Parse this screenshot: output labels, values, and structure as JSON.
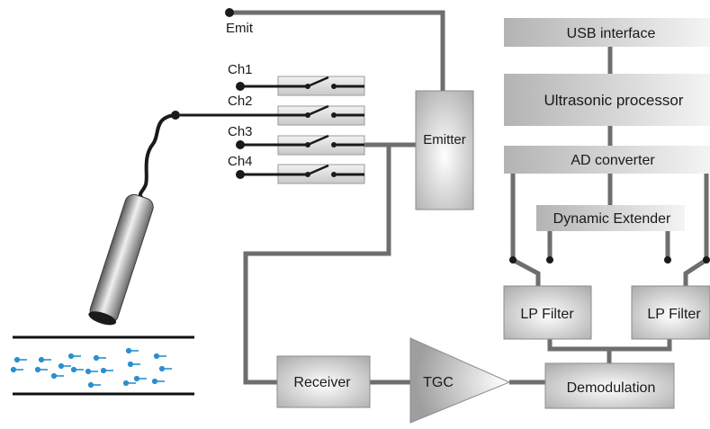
{
  "labels": {
    "emit": "Emit",
    "ch1": "Ch1",
    "ch2": "Ch2",
    "ch3": "Ch3",
    "ch4": "Ch4",
    "emitter": "Emitter",
    "usb_interface": "USB interface",
    "ultrasonic_processor": "Ultrasonic processor",
    "ad_converter": "AD converter",
    "dynamic_extender": "Dynamic Extender",
    "lp_filter_left": "LP Filter",
    "lp_filter_right": "LP Filter",
    "receiver": "Receiver",
    "tgc": "TGC",
    "demodulation": "Demodulation"
  },
  "colors": {
    "wire": "#6e6e6e",
    "box_light": "#f2f2f2",
    "box_dark": "#a9a9a9",
    "probe_dark": "#4a4a4a",
    "particle": "#2a8fd0",
    "pipe": "#111111"
  },
  "icons": {
    "probe": "ultrasound-probe-icon",
    "switch": "switch-icon",
    "particle": "flow-particle-icon"
  }
}
